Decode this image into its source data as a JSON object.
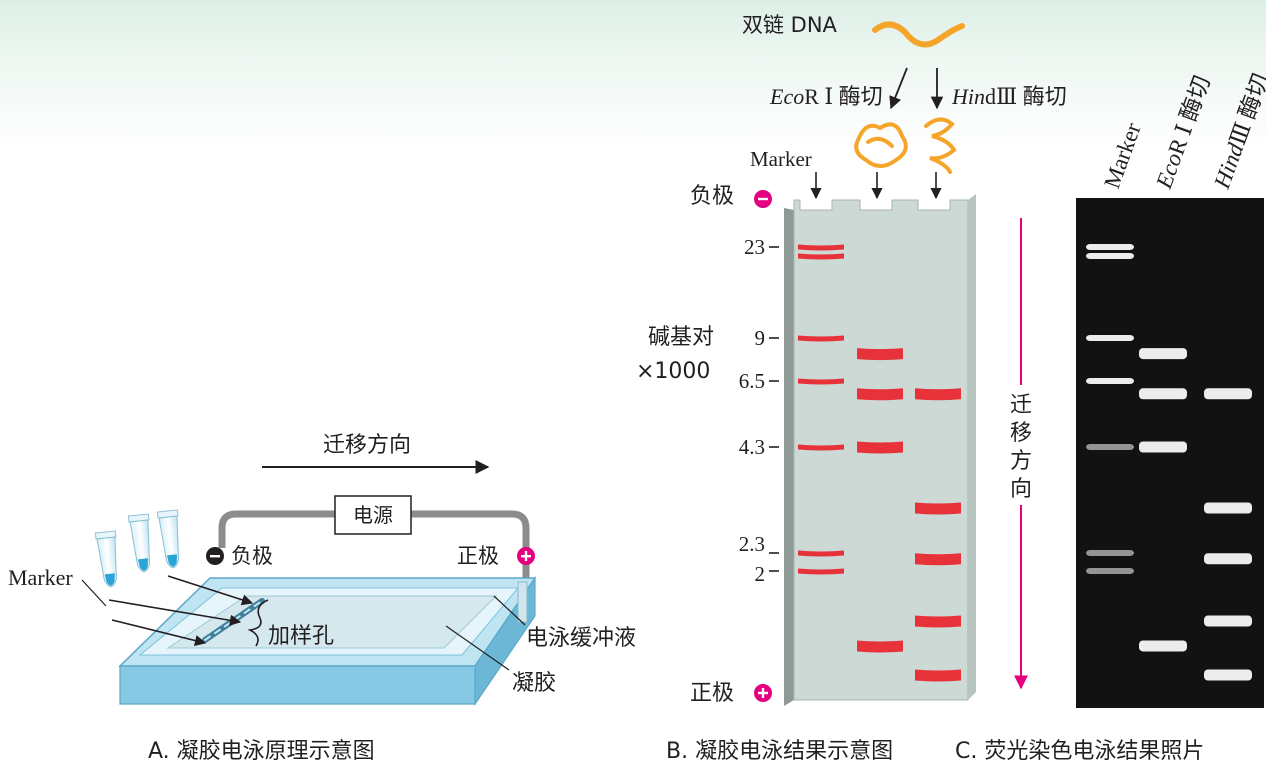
{
  "colors": {
    "band": "#e8323a",
    "terminal": "#e4007f",
    "gel": "#cdd9d5",
    "buffer": "#8fd3ef",
    "photo_bg": "#111111",
    "header_tint": "#dcefe6"
  },
  "panel_a": {
    "direction_label": "迁移方向",
    "power_label": "电源",
    "negative_label": "负极",
    "positive_label": "正极",
    "marker_label": "Marker",
    "well_label": "加样孔",
    "buffer_label": "电泳缓冲液",
    "gel_label": "凝胶",
    "caption": "A. 凝胶电泳原理示意图"
  },
  "panel_b": {
    "dna_label": "双链 DNA",
    "ecori_italic": "Eco",
    "ecori_rest": "R Ⅰ 酶切",
    "hind_italic": "Hin",
    "hind_rest": "dⅢ 酶切",
    "marker_label": "Marker",
    "negative_label": "负极",
    "positive_label": "正极",
    "yaxis_label_line1": "碱基对",
    "yaxis_label_line2": "×1000",
    "direction_vertical": [
      "迁",
      "移",
      "方",
      "向"
    ],
    "caption": "B. 凝胶电泳结果示意图"
  },
  "panel_c": {
    "lane_labels": [
      "Marker",
      "EcoR Ⅰ 酶切",
      "HindⅢ 酶切"
    ],
    "caption": "C. 荧光染色电泳结果照片"
  },
  "chart_data": {
    "type": "gel",
    "ylabel": "碱基对 ×1000",
    "tick_labels": [
      "23",
      "9",
      "6.5",
      "4.3",
      "2.3",
      "2"
    ],
    "lanes": [
      {
        "name": "Marker",
        "bands_kbp": [
          23,
          9,
          6.5,
          4.3,
          2.3,
          2
        ]
      },
      {
        "name": "EcoR Ⅰ 酶切",
        "bands_kbp": [
          8,
          6,
          4.3,
          1.3
        ]
      },
      {
        "name": "HindⅢ 酶切",
        "bands_kbp": [
          6,
          3,
          2.2,
          1.5,
          1.1
        ]
      }
    ]
  }
}
